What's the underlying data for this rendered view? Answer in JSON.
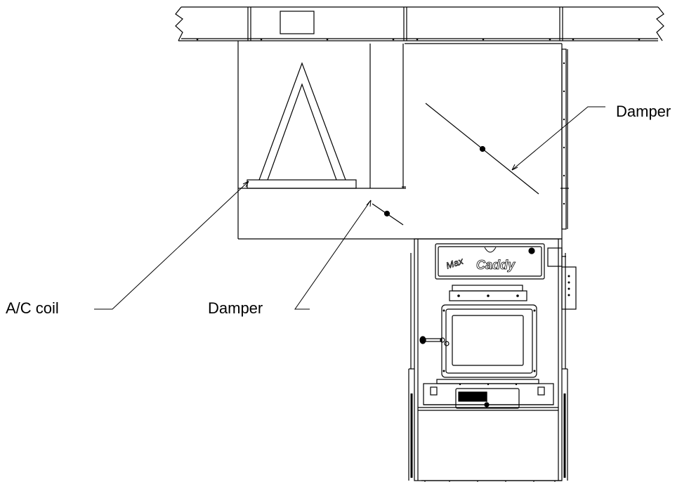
{
  "labels": {
    "damper_right": "Damper",
    "damper_left": "Damper",
    "ac_coil": "A/C coil"
  },
  "logo": {
    "text_left": "Max",
    "text_right": "Caddy"
  },
  "colors": {
    "line": "#000000",
    "background": "#ffffff"
  }
}
